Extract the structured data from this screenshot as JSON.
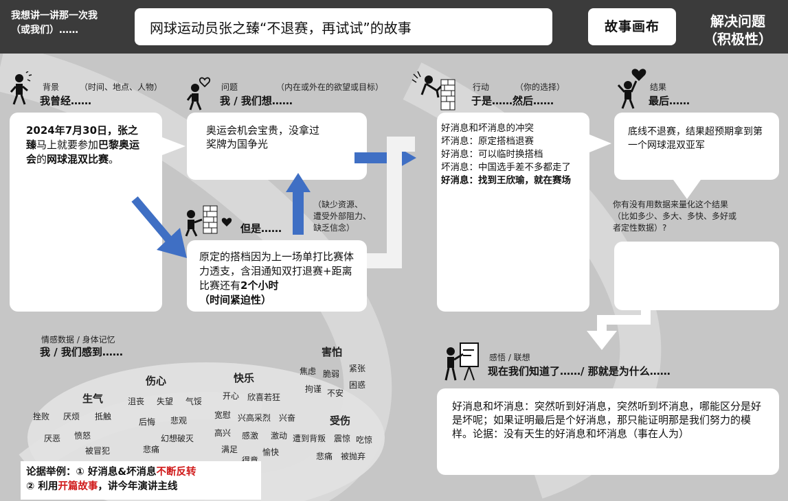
{
  "header": {
    "left_line1": "我想讲一讲那一次我",
    "left_line2": "（或我们）……",
    "title": "网球运动员张之臻“不退赛，再试试”的故事",
    "canvas_label": "故事画布",
    "right_line1": "解决问题",
    "right_line2": "（积极性）"
  },
  "background_section": {
    "small": "背景",
    "hint": "（时间、地点、人物）",
    "main": "我曾经……",
    "text_part1": "2024年7月30日，张之臻",
    "text_part2": "马上就要参加",
    "text_part3": "巴黎奥运会",
    "text_part4": "的",
    "text_part5": "网球混双比赛",
    "text_part6": "。"
  },
  "problem_section": {
    "small": "问题",
    "hint": "（内在或外在的欲望或目标）",
    "main": "我 / 我们想……",
    "text": "奥运会机会宝贵，没拿过奖牌为国争光"
  },
  "but_section": {
    "main": "但是……",
    "hint_line1": "（缺少资源、",
    "hint_line2": "遭受外部阻力、",
    "hint_line3": "缺乏信念）",
    "text_part1": "原定的搭档因为上一场单打比赛体力透支，含泪通知双打退赛+距离比赛还有",
    "text_part2": "2个小时",
    "text_part3": "（时间紧迫性）"
  },
  "action_section": {
    "small": "行动",
    "hint": "（你的选择）",
    "main": "于是……然后……",
    "lines": [
      "好消息和坏消息的冲突",
      "坏消息：原定搭档退赛",
      "好消息：可以临时换搭档",
      "坏消息：中国选手差不多都走了"
    ],
    "bold_line": "好消息：找到王欣瑜，就在赛场"
  },
  "result_section": {
    "small": "结果",
    "main": "最后……",
    "text": "底线不退赛，结果超预期拿到第一个网球混双亚军",
    "quantify_line1": "你有没有用数据来量化这个结果",
    "quantify_line2": "（比如多少、多大、多快、多好或",
    "quantify_line3": "者定性数据）?"
  },
  "insight_section": {
    "small": "感悟 / 联想",
    "main": "现在我们知道了……/ 那就是为什么……",
    "text": "好消息和坏消息：突然听到好消息，突然听到坏消息，哪能区分是好是坏呢；如果证明最后是个好消息，那只能证明那是我们努力的模样。论据：没有天生的好消息和坏消息（事在人为）"
  },
  "emotion_section": {
    "small": "情感数据 / 身体记忆",
    "main": "我 / 我们感到……",
    "categories": {
      "angry": "生气",
      "sad": "伤心",
      "happy": "快乐",
      "fear": "害怕",
      "hurt": "受伤"
    },
    "words": {
      "w1": "挫败",
      "w2": "厌烦",
      "w3": "抵触",
      "w4": "厌恶",
      "w5": "愤怒",
      "w6": "被冒犯",
      "w7": "沮丧",
      "w8": "失望",
      "w9": "气馁",
      "w10": "后悔",
      "w11": "悲观",
      "w12": "幻想破灭",
      "w13": "悲痛",
      "w14": "开心",
      "w15": "欣喜若狂",
      "w16": "宽慰",
      "w17": "兴高采烈",
      "w18": "兴奋",
      "w19": "高兴",
      "w20": "感激",
      "w21": "激动",
      "w22": "满足",
      "w23": "愉快",
      "w24": "得意",
      "w25": "焦虑",
      "w26": "脆弱",
      "w27": "紧张",
      "w28": "拘谨",
      "w29": "不安",
      "w30": "困惑",
      "w31": "遭到背叛",
      "w32": "震惊",
      "w33": "吃惊",
      "w34": "悲痛",
      "w35": "被抛弃"
    }
  },
  "footer_note": {
    "l1_a": "论据举例：① 好消息&坏消息",
    "l1_b": "不断反转",
    "l2_a": "② 利用",
    "l2_b": "开篇故事",
    "l2_c": "，讲今年演讲主线"
  },
  "colors": {
    "header_bg": "#3b3b3b",
    "canvas_bg": "#c6c6c6",
    "arrow_blue": "#3f6fc4",
    "highlight_red": "#d01a1a"
  }
}
